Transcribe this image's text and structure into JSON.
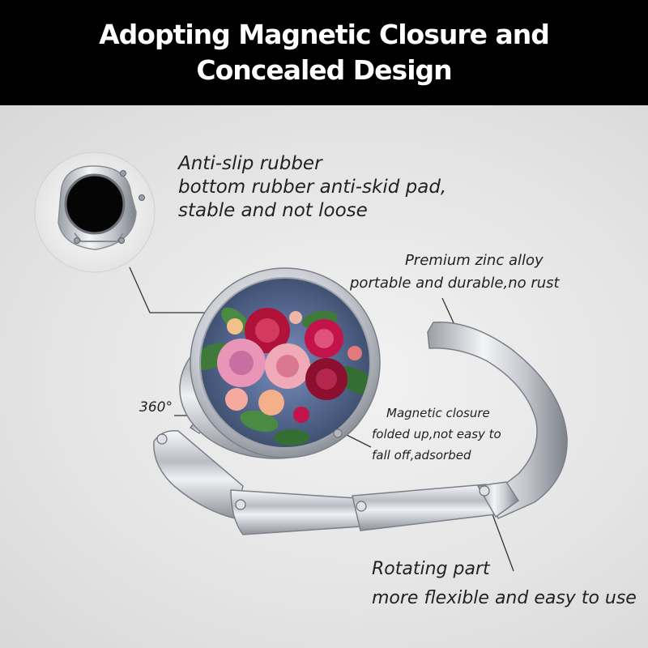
{
  "banner": {
    "line1": "Adopting Magnetic Closure and",
    "line2": "Concealed Design"
  },
  "callouts": {
    "anti_slip": {
      "line1": "Anti-slip rubber",
      "line2": "bottom rubber anti-skid pad,",
      "line3": "stable and not loose"
    },
    "zinc_alloy": {
      "line1": "Premium zinc alloy",
      "line2": "portable and durable,no rust"
    },
    "magnetic": {
      "line1": "Magnetic closure",
      "line2": "folded up,not easy to",
      "line3": "fall off,adsorbed"
    },
    "rotating": {
      "line1": "Rotating part",
      "line2": "more flexible and easy to use"
    },
    "degree": "360°"
  },
  "colors": {
    "banner_bg": "#000000",
    "banner_text": "#ffffff",
    "metal": "#c8cbd0",
    "rose_red": "#b0123a",
    "rose_pink": "#e895b8",
    "leaf": "#3f7a3a"
  },
  "icons": [
    "hook-icon",
    "rose-medallion-icon",
    "inset-circle-icon"
  ]
}
